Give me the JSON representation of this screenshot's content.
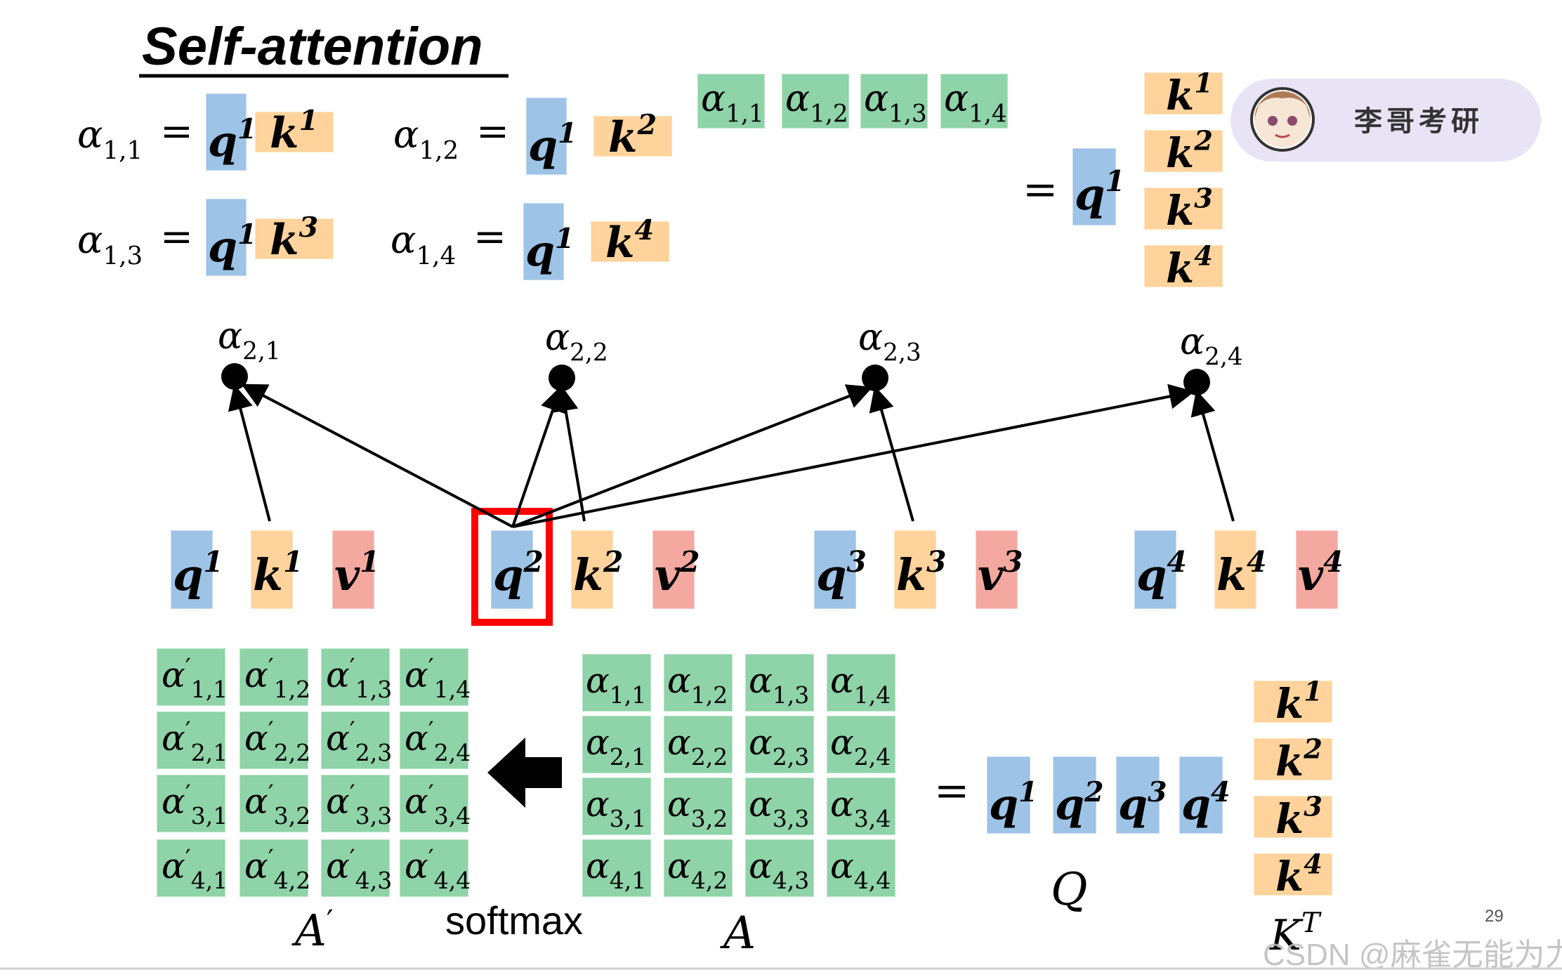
{
  "title": "Self-attention",
  "brand": {
    "label": "李哥考研",
    "avatar_icon": "anime-girl-avatar-icon"
  },
  "page_number": "29",
  "watermark": "CSDN @麻雀无能为力",
  "colors": {
    "query_fill": "#9DC3E6",
    "key_fill": "#FFD39B",
    "value_fill": "#F4A9A0",
    "score_fill": "#8FD3A8",
    "highlight": "#FF0000",
    "brand_bg": "#E8E4F5"
  },
  "symbols": {
    "equals": "=",
    "softmax_arrow_icon": "left-arrow-icon"
  },
  "top_section": {
    "equations": [
      {
        "lhs": {
          "base": "α",
          "sub": "1,1"
        },
        "q": {
          "base": "q",
          "sup": "1"
        },
        "k": {
          "base": "k",
          "sup": "1"
        }
      },
      {
        "lhs": {
          "base": "α",
          "sub": "1,2"
        },
        "q": {
          "base": "q",
          "sup": "1"
        },
        "k": {
          "base": "k",
          "sup": "2"
        }
      },
      {
        "lhs": {
          "base": "α",
          "sub": "1,3"
        },
        "q": {
          "base": "q",
          "sup": "1"
        },
        "k": {
          "base": "k",
          "sup": "3"
        }
      },
      {
        "lhs": {
          "base": "α",
          "sub": "1,4"
        },
        "q": {
          "base": "q",
          "sup": "1"
        },
        "k": {
          "base": "k",
          "sup": "4"
        }
      }
    ],
    "row_vector": [
      {
        "base": "α",
        "sub": "1,1"
      },
      {
        "base": "α",
        "sub": "1,2"
      },
      {
        "base": "α",
        "sub": "1,3"
      },
      {
        "base": "α",
        "sub": "1,4"
      }
    ],
    "query": {
      "base": "q",
      "sup": "1"
    },
    "key_column": [
      {
        "base": "k",
        "sup": "1"
      },
      {
        "base": "k",
        "sup": "2"
      },
      {
        "base": "k",
        "sup": "3"
      },
      {
        "base": "k",
        "sup": "4"
      }
    ]
  },
  "middle_section": {
    "nodes": [
      {
        "base": "α",
        "sub": "2,1"
      },
      {
        "base": "α",
        "sub": "2,2"
      },
      {
        "base": "α",
        "sub": "2,3"
      },
      {
        "base": "α",
        "sub": "2,4"
      }
    ],
    "groups": [
      {
        "q": {
          "base": "q",
          "sup": "1"
        },
        "k": {
          "base": "k",
          "sup": "1"
        },
        "v": {
          "base": "v",
          "sup": "1"
        }
      },
      {
        "q": {
          "base": "q",
          "sup": "2"
        },
        "k": {
          "base": "k",
          "sup": "2"
        },
        "v": {
          "base": "v",
          "sup": "2"
        }
      },
      {
        "q": {
          "base": "q",
          "sup": "3"
        },
        "k": {
          "base": "k",
          "sup": "3"
        },
        "v": {
          "base": "v",
          "sup": "3"
        }
      },
      {
        "q": {
          "base": "q",
          "sup": "4"
        },
        "k": {
          "base": "k",
          "sup": "4"
        },
        "v": {
          "base": "v",
          "sup": "4"
        }
      }
    ],
    "highlighted_group": 1
  },
  "bottom_section": {
    "a_prime_label": {
      "base": "A",
      "prime": "′"
    },
    "softmax_label": "softmax",
    "a_label": "A",
    "q_label": "Q",
    "kt_label": {
      "base": "K",
      "sup": "T"
    },
    "a_prime_cells": [
      [
        {
          "base": "α",
          "prime": "′",
          "sub": "1,1"
        },
        {
          "base": "α",
          "prime": "′",
          "sub": "1,2"
        },
        {
          "base": "α",
          "prime": "′",
          "sub": "1,3"
        },
        {
          "base": "α",
          "prime": "′",
          "sub": "1,4"
        }
      ],
      [
        {
          "base": "α",
          "prime": "′",
          "sub": "2,1"
        },
        {
          "base": "α",
          "prime": "′",
          "sub": "2,2"
        },
        {
          "base": "α",
          "prime": "′",
          "sub": "2,3"
        },
        {
          "base": "α",
          "prime": "′",
          "sub": "2,4"
        }
      ],
      [
        {
          "base": "α",
          "prime": "′",
          "sub": "3,1"
        },
        {
          "base": "α",
          "prime": "′",
          "sub": "3,2"
        },
        {
          "base": "α",
          "prime": "′",
          "sub": "3,3"
        },
        {
          "base": "α",
          "prime": "′",
          "sub": "3,4"
        }
      ],
      [
        {
          "base": "α",
          "prime": "′",
          "sub": "4,1"
        },
        {
          "base": "α",
          "prime": "′",
          "sub": "4,2"
        },
        {
          "base": "α",
          "prime": "′",
          "sub": "4,3"
        },
        {
          "base": "α",
          "prime": "′",
          "sub": "4,4"
        }
      ]
    ],
    "a_cells": [
      [
        {
          "base": "α",
          "sub": "1,1"
        },
        {
          "base": "α",
          "sub": "1,2"
        },
        {
          "base": "α",
          "sub": "1,3"
        },
        {
          "base": "α",
          "sub": "1,4"
        }
      ],
      [
        {
          "base": "α",
          "sub": "2,1"
        },
        {
          "base": "α",
          "sub": "2,2"
        },
        {
          "base": "α",
          "sub": "2,3"
        },
        {
          "base": "α",
          "sub": "2,4"
        }
      ],
      [
        {
          "base": "α",
          "sub": "3,1"
        },
        {
          "base": "α",
          "sub": "3,2"
        },
        {
          "base": "α",
          "sub": "3,3"
        },
        {
          "base": "α",
          "sub": "3,4"
        }
      ],
      [
        {
          "base": "α",
          "sub": "4,1"
        },
        {
          "base": "α",
          "sub": "4,2"
        },
        {
          "base": "α",
          "sub": "4,3"
        },
        {
          "base": "α",
          "sub": "4,4"
        }
      ]
    ],
    "q_row": [
      {
        "base": "q",
        "sup": "1"
      },
      {
        "base": "q",
        "sup": "2"
      },
      {
        "base": "q",
        "sup": "3"
      },
      {
        "base": "q",
        "sup": "4"
      }
    ],
    "kt_column": [
      {
        "base": "k",
        "sup": "1"
      },
      {
        "base": "k",
        "sup": "2"
      },
      {
        "base": "k",
        "sup": "3"
      },
      {
        "base": "k",
        "sup": "4"
      }
    ]
  }
}
